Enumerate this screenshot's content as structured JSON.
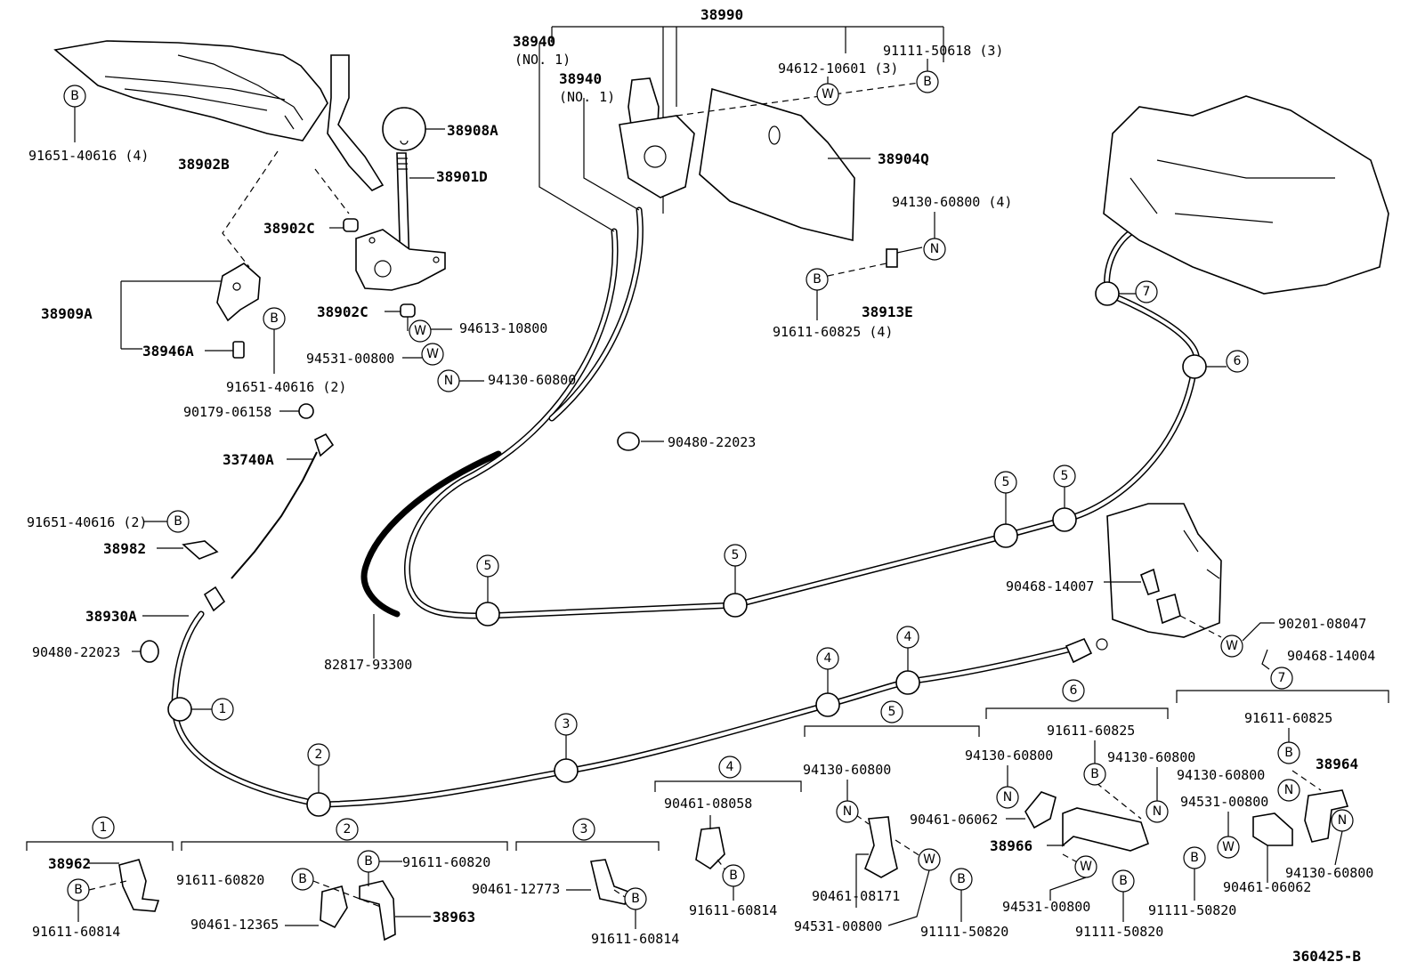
{
  "diagram_id": "360425-B",
  "group_labels": {
    "assembly": "38990",
    "clamp_group_1": "1",
    "clamp_group_2": "2",
    "clamp_group_3": "3",
    "clamp_group_4": "4",
    "clamp_group_5": "5",
    "clamp_group_6": "6",
    "clamp_group_7": "7"
  },
  "callout_symbols": {
    "bolt": "B",
    "washer": "W",
    "nut": "N"
  },
  "cable_markers": [
    "1",
    "2",
    "3",
    "4",
    "5",
    "6",
    "7"
  ],
  "labels": {
    "p38940_a": "38940",
    "p38940_a_sub": "(NO. 1)",
    "p38940_b": "38940",
    "p38940_b_sub": "(NO. 1)",
    "p94612_10601": "94612-10601 (3)",
    "p91111_50618": "91111-50618 (3)",
    "p38904q": "38904Q",
    "p94130_60800_4": "94130-60800 (4)",
    "p91611_60825_4": "91611-60825 (4)",
    "p38913e": "38913E",
    "p91651_40616_4": "91651-40616 (4)",
    "p38902b": "38902B",
    "p38908a": "38908A",
    "p38901d": "38901D",
    "p38902c_top": "38902C",
    "p38902c_bottom": "38902C",
    "p94613_10800": "94613-10800",
    "p94531_00800_top": "94531-00800",
    "p94130_60800_top": "94130-60800",
    "p38909a": "38909A",
    "p38946a": "38946A",
    "p91651_40616_2": "91651-40616 (2)",
    "p90179_06158": "90179-06158",
    "p33740a": "33740A",
    "p91651_40616_2b": "91651-40616 (2)",
    "p38982": "38982",
    "p38930a": "38930A",
    "p90480_22023_left": "90480-22023",
    "p90480_22023_mid": "90480-22023",
    "p82817_93300": "82817-93300",
    "p90468_14007": "90468-14007",
    "p90201_08047": "90201-08047",
    "p90468_14004": "90468-14004",
    "g1_38962": "38962",
    "g1_91611_60814": "91611-60814",
    "g2_91611_60820_a": "91611-60820",
    "g2_91611_60820_b": "91611-60820",
    "g2_90461_12365": "90461-12365",
    "g2_38963": "38963",
    "g3_90461_12773": "90461-12773",
    "g3_91611_60814": "91611-60814",
    "g4_90461_08058": "90461-08058",
    "g4_91611_60814": "91611-60814",
    "g5_94130_60800": "94130-60800",
    "g5_90461_08171": "90461-08171",
    "g5_94531_00800": "94531-00800",
    "g5_91111_50820": "91111-50820",
    "g6_91611_60825": "91611-60825",
    "g6_94130_60800_a": "94130-60800",
    "g6_94130_60800_b": "94130-60800",
    "g6_90461_06062": "90461-06062",
    "g6_38966": "38966",
    "g6_94531_00800": "94531-00800",
    "g6_91111_50820": "91111-50820",
    "g7_91611_60825": "91611-60825",
    "g7_94130_60800_a": "94130-60800",
    "g7_38964": "38964",
    "g7_94531_00800": "94531-00800",
    "g7_90461_06062": "90461-06062",
    "g7_94130_60800_b": "94130-60800",
    "g7_91111_50820": "91111-50820"
  }
}
